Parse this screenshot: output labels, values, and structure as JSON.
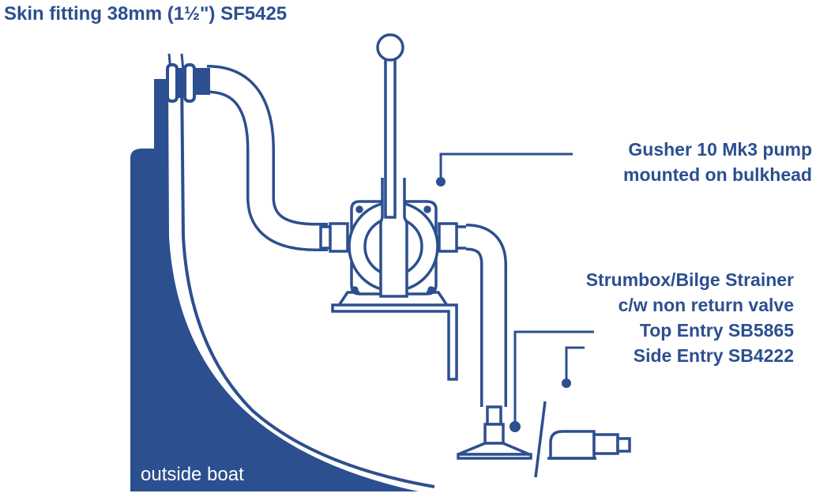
{
  "title": "Skin fitting 38mm (1½\") SF5425",
  "pump_label": [
    "Gusher 10 Mk3 pump",
    "mounted on bulkhead"
  ],
  "strainer_label": [
    "Strumbox/Bilge Strainer",
    "c/w non return valve",
    "Top Entry SB5865",
    "Side Entry SB4222"
  ],
  "hull_label": "outside boat",
  "colors": {
    "primary": "#2c4f8f",
    "background": "#ffffff"
  }
}
